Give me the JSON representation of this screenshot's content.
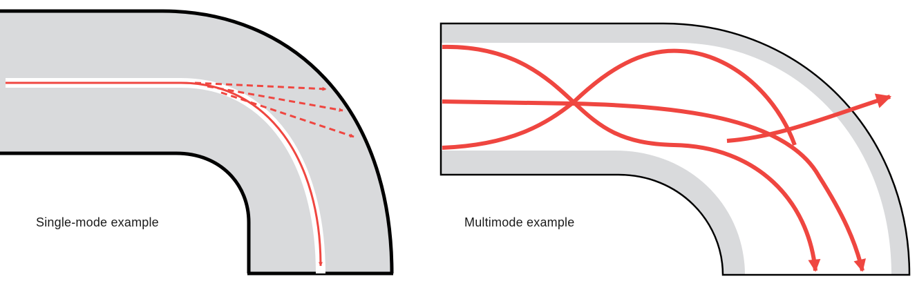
{
  "panels": [
    {
      "id": "single",
      "caption": "Single-mode example"
    },
    {
      "id": "multi",
      "caption": "Multimode example"
    }
  ],
  "colors": {
    "cladding": "#d9dadc",
    "outline": "#000000",
    "core": "#ffffff",
    "ray": "#ef4640"
  }
}
